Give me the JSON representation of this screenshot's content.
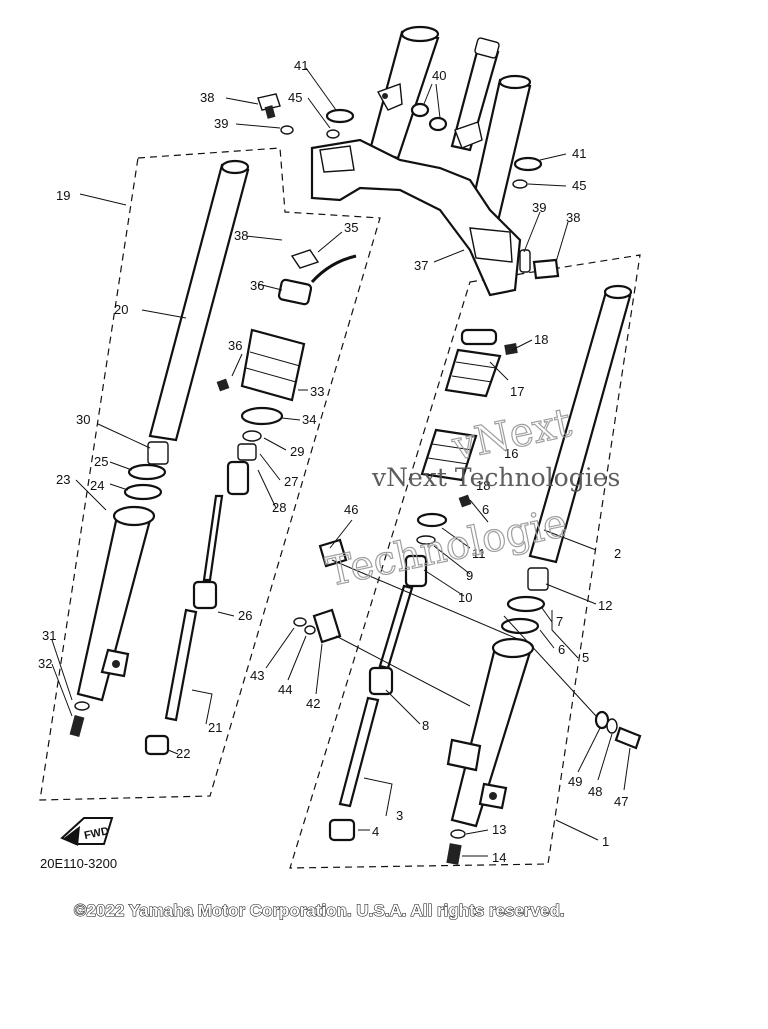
{
  "diagram": {
    "callouts": {
      "c1": "1",
      "c2": "2",
      "c3": "3",
      "c4": "4",
      "c5": "5",
      "c6": "6",
      "c6b": "6",
      "c7": "7",
      "c8": "8",
      "c9": "9",
      "c10": "10",
      "c11": "11",
      "c12": "12",
      "c13": "13",
      "c14": "14",
      "c16": "16",
      "c17": "17",
      "c18": "18",
      "c18b": "18",
      "c19": "19",
      "c20": "20",
      "c21": "21",
      "c22": "22",
      "c23": "23",
      "c24": "24",
      "c25": "25",
      "c26": "26",
      "c27": "27",
      "c28": "28",
      "c29": "29",
      "c30": "30",
      "c31": "31",
      "c32": "32",
      "c33": "33",
      "c34": "34",
      "c35": "35",
      "c36": "36",
      "c36b": "36",
      "c37": "37",
      "c38": "38",
      "c38b": "38",
      "c39": "39",
      "c39b": "39",
      "c40": "40",
      "c41": "41",
      "c41b": "41",
      "c42": "42",
      "c43": "43",
      "c44": "44",
      "c45": "45",
      "c45b": "45",
      "c46": "46",
      "c47": "47",
      "c48": "48",
      "c49": "49"
    },
    "fwd_label": "FWD",
    "drawing_number": "20E110-3200",
    "watermark_line1": "vNext Technologies",
    "watermark_overlay1": "vNext",
    "watermark_overlay2": "Technologie"
  },
  "footer": {
    "copyright": "©2022 Yamaha Motor Corporation. U.S.A. All rights reserved."
  }
}
